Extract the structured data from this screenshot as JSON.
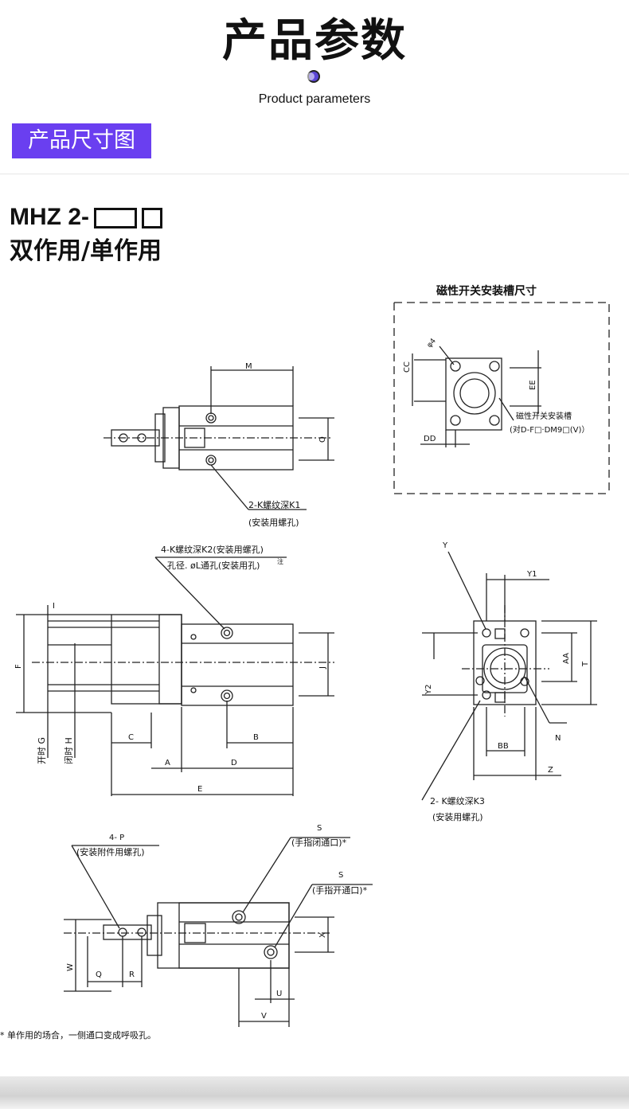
{
  "header": {
    "title": "产品参数",
    "subtitle": "Product parameters",
    "section_tag": "产品尺寸图"
  },
  "model": {
    "code": "MHZ 2-",
    "type": "双作用/单作用"
  },
  "drawing": {
    "switch_panel_title": "磁性开关安装槽尺寸",
    "switch_slot_label": "磁性开关安装槽",
    "switch_slot_note": "(对D-F□·DM9□(V)）",
    "phi4": "φ4",
    "labels": {
      "M": "M",
      "O": "O",
      "CC": "CC",
      "EE": "EE",
      "DD": "DD",
      "K1": "2-K螺纹深K1",
      "K1_note": "(安装用螺孔)",
      "K2": "4-K螺纹深K2(安装用螺孔)",
      "L_hole": "孔径. øL通孔(安装用孔)",
      "note_mark": "注",
      "I": "I",
      "F": "F",
      "G": "开时 G",
      "H": "闭时 H",
      "J": "J",
      "C": "C",
      "B": "B",
      "A": "A",
      "D": "D",
      "E": "E",
      "Y": "Y",
      "Y1": "Y1",
      "Y2": "Y2",
      "AA": "AA",
      "T": "T",
      "N": "N",
      "BB": "BB",
      "Z": "Z",
      "K3": "2- K螺纹深K3",
      "K3_note": "(安装用螺孔)",
      "P": "4- P",
      "P_note": "(安装附件用螺孔)",
      "S_close": "S",
      "S_close_note": "(手指闭通口)*",
      "S_open": "S",
      "S_open_note": "(手指开通口)*",
      "X": "X",
      "W": "W",
      "Q": "Q",
      "R": "R",
      "U": "U",
      "V": "V"
    },
    "footnote": "* 单作用的场合，一侧通口变成呼吸孔。"
  }
}
